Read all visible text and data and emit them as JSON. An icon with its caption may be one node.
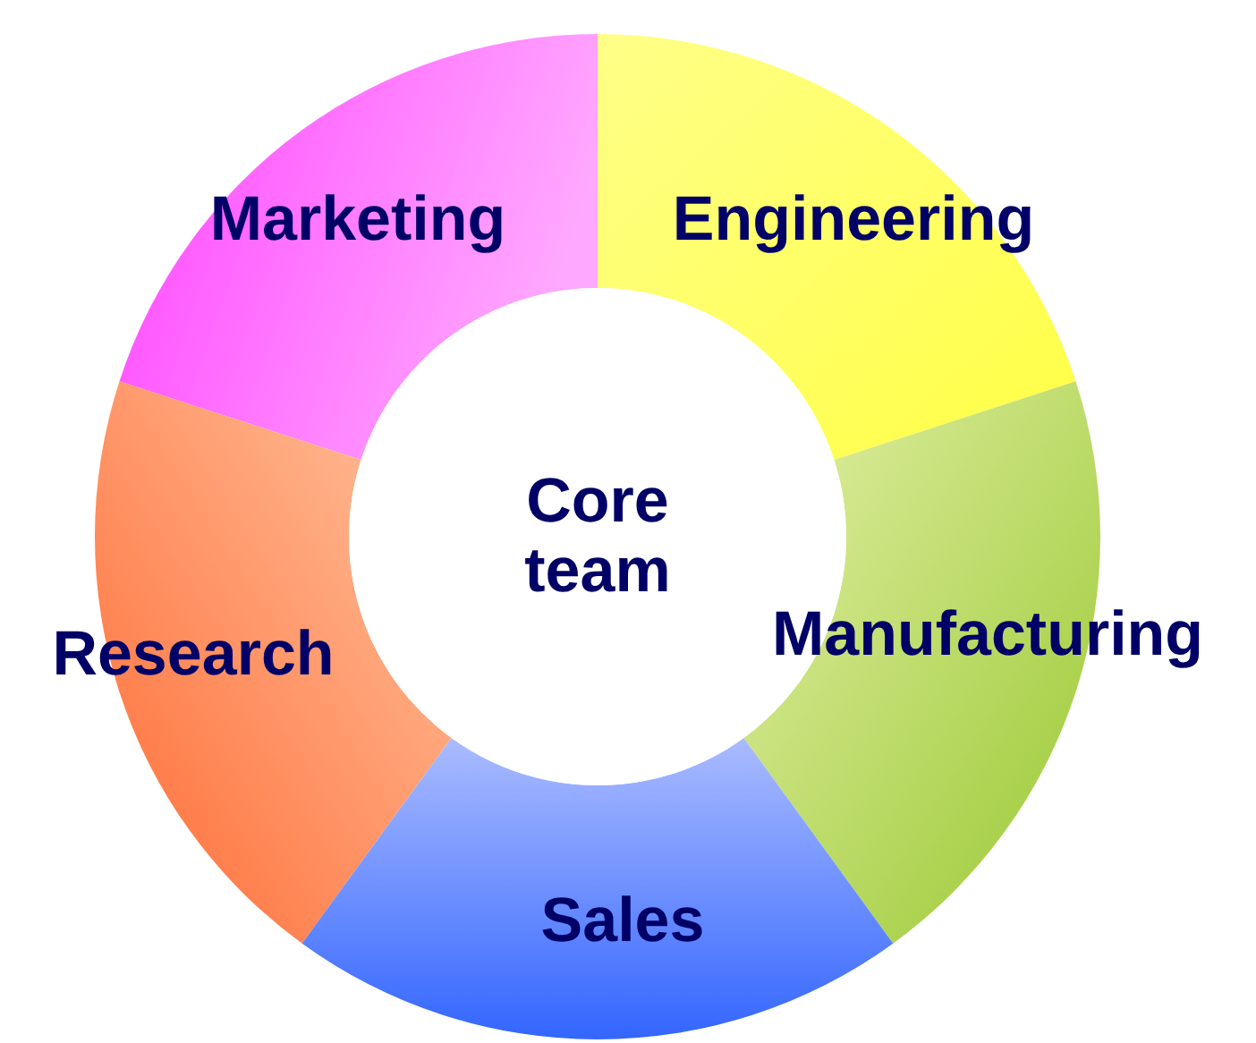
{
  "diagram": {
    "nodes": [
      {
        "text": [
          "Marketing"
        ]
      },
      {
        "text": [
          "Engineering"
        ]
      },
      {
        "text": [
          "Core team"
        ]
      },
      {
        "text": [
          "Manufacturing"
        ]
      },
      {
        "text": [
          "Research"
        ]
      },
      {
        "text": [
          "Sales"
        ]
      }
    ]
  }
}
